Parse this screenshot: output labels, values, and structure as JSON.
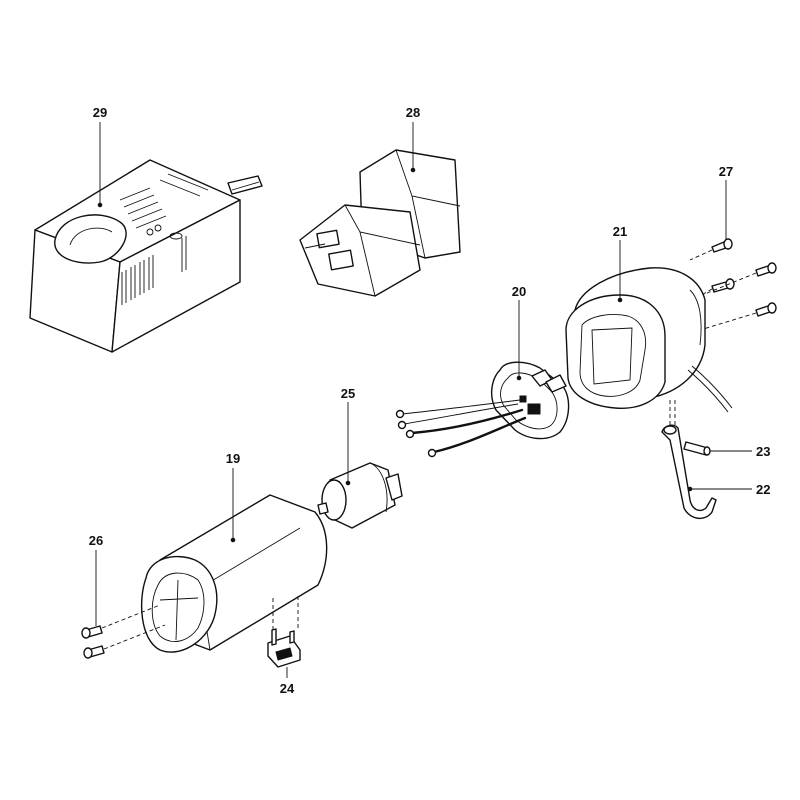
{
  "parts": [
    {
      "key": "charger",
      "label": "29"
    },
    {
      "key": "battery",
      "label": "28"
    },
    {
      "key": "screws_top",
      "label": "27"
    },
    {
      "key": "rear_housing",
      "label": "21"
    },
    {
      "key": "terminal_plate",
      "label": "20"
    },
    {
      "key": "motor",
      "label": "25"
    },
    {
      "key": "pin",
      "label": "23"
    },
    {
      "key": "clip",
      "label": "22"
    },
    {
      "key": "housing",
      "label": "19"
    },
    {
      "key": "screws_left",
      "label": "26"
    },
    {
      "key": "switch",
      "label": "24"
    }
  ]
}
